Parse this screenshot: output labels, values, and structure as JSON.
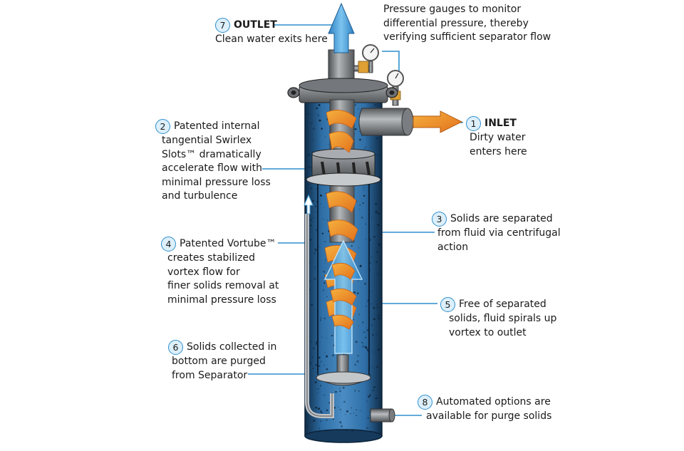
{
  "colors": {
    "leader_line": "#2f8fcf",
    "badge_fill": "#dceffa",
    "vessel_blue": "#2f6ea6",
    "vessel_dark": "#10314f",
    "metal_gray": "#8f9296",
    "flow_orange": "#f29a2e",
    "clean_blue": "#4da6e0"
  },
  "callouts": [
    {
      "id": "outlet",
      "number": "7",
      "title": "OUTLET",
      "lines": [
        "Clean water exits here"
      ]
    },
    {
      "id": "gauges",
      "lines": [
        "Pressure gauges to monitor",
        "differential pressure, thereby",
        "verifying sufficient separator flow"
      ]
    },
    {
      "id": "inlet",
      "number": "1",
      "title": "INLET",
      "lines": [
        "Dirty water",
        "enters here"
      ]
    },
    {
      "id": "swirlex",
      "number": "2",
      "lines": [
        "Patented internal",
        "tangential Swirlex",
        "Slots™ dramatically",
        "accelerate flow with",
        "minimal pressure loss",
        "and turbulence"
      ]
    },
    {
      "id": "centrifugal",
      "number": "3",
      "lines": [
        "Solids are separated",
        "from fluid via centrifugal",
        "action"
      ]
    },
    {
      "id": "vortube",
      "number": "4",
      "lines": [
        "Patented Vortube™",
        "creates stabilized",
        "vortex flow for",
        "finer solids removal at",
        "minimal pressure loss"
      ]
    },
    {
      "id": "spiral",
      "number": "5",
      "lines": [
        "Free of separated",
        "solids, fluid spirals up",
        "vortex to outlet"
      ]
    },
    {
      "id": "collected",
      "number": "6",
      "lines": [
        "Solids collected in",
        "bottom are purged",
        "from Separator"
      ]
    },
    {
      "id": "automated",
      "number": "8",
      "lines": [
        "Automated options are",
        "available for purge solids"
      ]
    }
  ]
}
